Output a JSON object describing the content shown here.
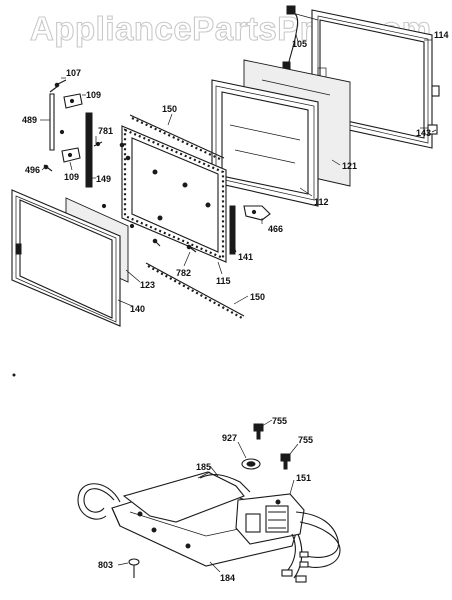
{
  "watermark": "AppliancePartsPros.com",
  "callouts": {
    "c107": "107",
    "c109a": "109",
    "c489": "489",
    "c781": "781",
    "c149": "149",
    "c496": "496",
    "c109b": "109",
    "c150a": "150",
    "c105": "105",
    "c114": "114",
    "c143": "143",
    "c121": "121",
    "c112": "112",
    "c466": "466",
    "c141": "141",
    "c782": "782",
    "c115": "115",
    "c123": "123",
    "c140": "140",
    "c150b": "150",
    "c755a": "755",
    "c927": "927",
    "c755b": "755",
    "c185": "185",
    "c151": "151",
    "c803": "803",
    "c184": "184"
  }
}
